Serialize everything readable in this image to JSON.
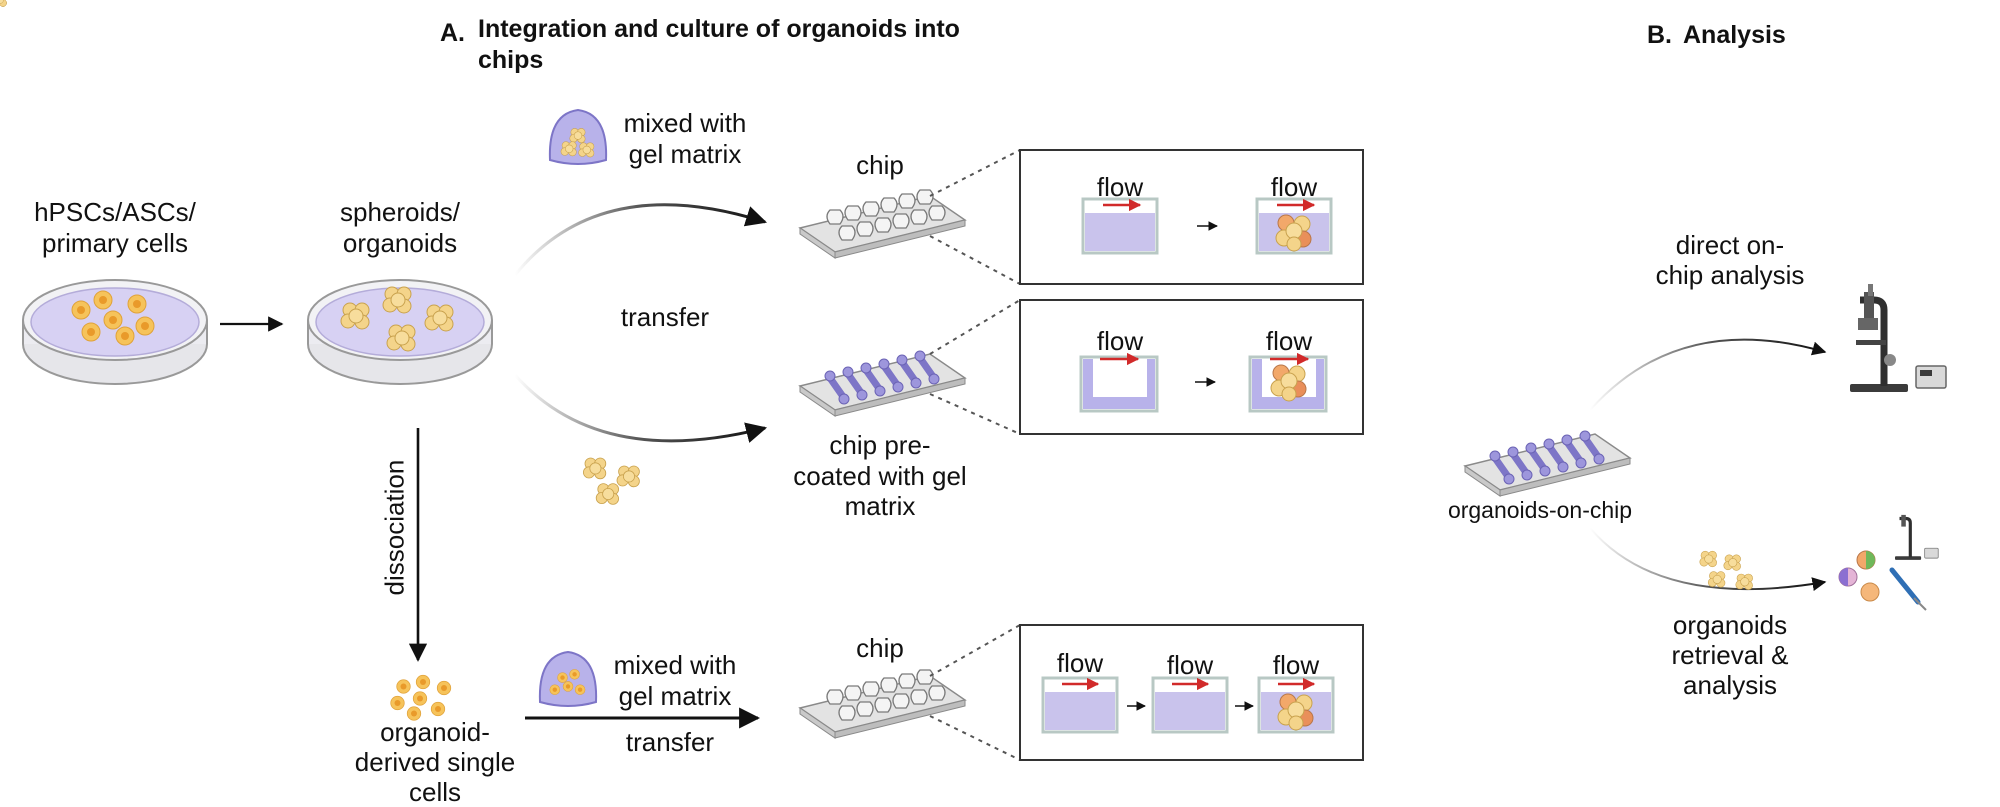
{
  "section_a": {
    "letter": "A.",
    "title_line1": "Integration and culture of organoids into",
    "title_line2": "chips"
  },
  "section_b": {
    "letter": "B.",
    "title": "Analysis"
  },
  "labels": {
    "source_cells": [
      "hPSCs/ASCs/",
      "primary cells"
    ],
    "spheroids": [
      "spheroids/",
      "organoids"
    ],
    "dissociation": "dissociation",
    "single_cells": [
      "organoid-",
      "derived single",
      "cells"
    ],
    "mixed_gel_top": [
      "mixed with",
      "gel matrix"
    ],
    "transfer_middle": "transfer",
    "chip_top": "chip",
    "chip_precoated": [
      "chip pre-",
      "coated with gel",
      "matrix"
    ],
    "mixed_gel_bottom": [
      "mixed with",
      "gel matrix"
    ],
    "transfer_bottom": "transfer",
    "chip_bottom": "chip",
    "flow": "flow",
    "direct_analysis": [
      "direct on-",
      "chip analysis"
    ],
    "organoids_on_chip": "organoids-on-chip",
    "retrieval_analysis": [
      "organoids",
      "retrieval &",
      "analysis"
    ]
  },
  "colors": {
    "cell_fill": "#f6c35a",
    "cell_nucleus": "#e99a2a",
    "organoid_fill": "#f4d48a",
    "gel_purple": "#c9c3ec",
    "gel_stroke": "#8c85c8",
    "chip_gray": "#d9d9d9",
    "flow_arrow": "#d12a2a",
    "box_stroke": "#333333"
  }
}
